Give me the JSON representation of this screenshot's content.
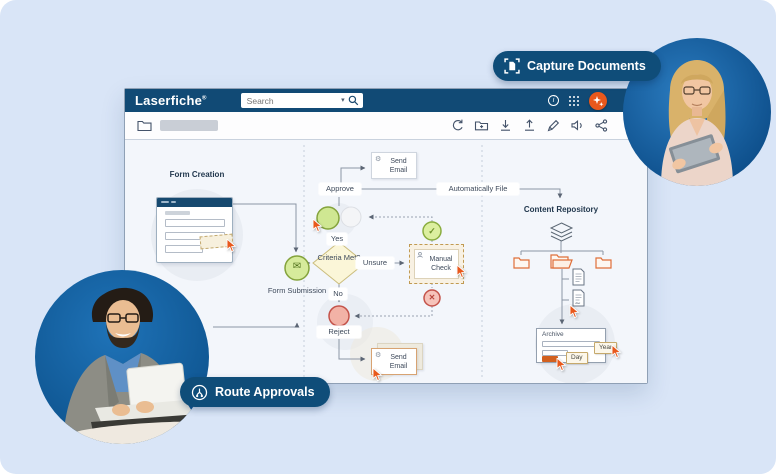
{
  "badges": {
    "capture_label": "Capture Documents",
    "route_label": "Route Approvals"
  },
  "window": {
    "logo": "Laserfiche",
    "logo_mark": "®",
    "search_placeholder": "Search",
    "header_icon_names": [
      "info-icon",
      "apps-grid-icon",
      "ai-assistant-icon"
    ],
    "toolbar_icon_names": [
      "folder-icon",
      "refresh-icon",
      "new-folder-icon",
      "download-icon",
      "upload-icon",
      "signature-icon",
      "announcement-icon",
      "share-icon"
    ]
  },
  "diagram": {
    "form_creation": "Form Creation",
    "form_submission": "Form Submission",
    "criteria": "Criteria Met?",
    "yes": "Yes",
    "no": "No",
    "unsure": "Unsure",
    "approve": "Approve",
    "reject": "Reject",
    "send_email_top": "Send Email",
    "send_email_bottom": "Send Email",
    "manual_check": "Manual Check",
    "automatically_file": "Automatically File",
    "content_repository": "Content Repository",
    "archive_title": "Archive",
    "year_tag": "Year",
    "day_tag": "Day"
  },
  "icons": {
    "envelope": "✉",
    "check": "✓",
    "cross": "✕",
    "gear": "⚙",
    "caret": "▾"
  },
  "colors": {
    "navy": "#114a75",
    "badge_navy": "#0f4d79",
    "orange": "#e8581c",
    "green_fill": "#d3ea96",
    "green_stroke": "#84a33c",
    "red_fill": "#f3b6aa",
    "red_stroke": "#c4534a",
    "diamond_fill": "#fbf6d8",
    "canvas": "#f3f6fb",
    "background": "#d9e5f7"
  }
}
